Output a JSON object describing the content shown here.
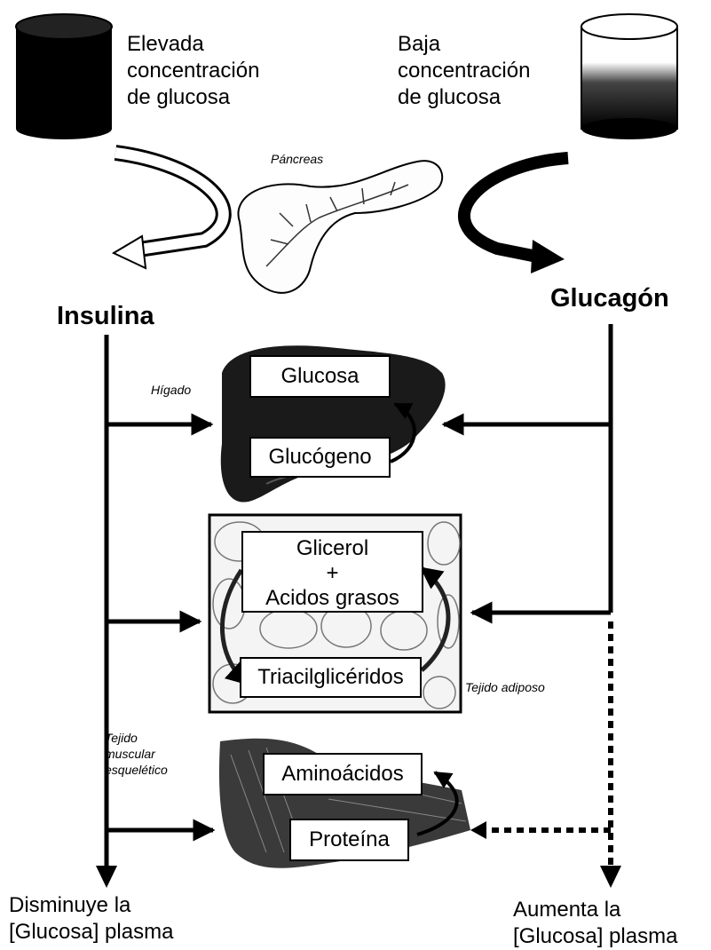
{
  "labels": {
    "high_glucose": [
      "Elevada",
      "concentración",
      "de glucosa"
    ],
    "low_glucose": [
      "Baja",
      "concentración",
      "de glucosa"
    ],
    "pancreas": "Páncreas",
    "insulin": "Insulina",
    "glucagon": "Glucagón",
    "liver": "Hígado",
    "adipose": "Tejido adiposo",
    "muscle": [
      "Tejido",
      "muscular",
      "esquelético"
    ],
    "decrease": [
      "Disminuye la",
      "[Glucosa] plasma"
    ],
    "increase": [
      "Aumenta la",
      "[Glucosa] plasma"
    ]
  },
  "boxes": {
    "glucose": "Glucosa",
    "glycogen": "Glucógeno",
    "glycerol": [
      "Glicerol",
      "+",
      "Acidos grasos"
    ],
    "triacylglycerides": "Triacilglicéridos",
    "amino_acids": "Aminoácidos",
    "protein": "Proteína"
  },
  "colors": {
    "ink": "#000000",
    "liver": "#1a1a1a",
    "muscle": "#3a3a3a"
  }
}
